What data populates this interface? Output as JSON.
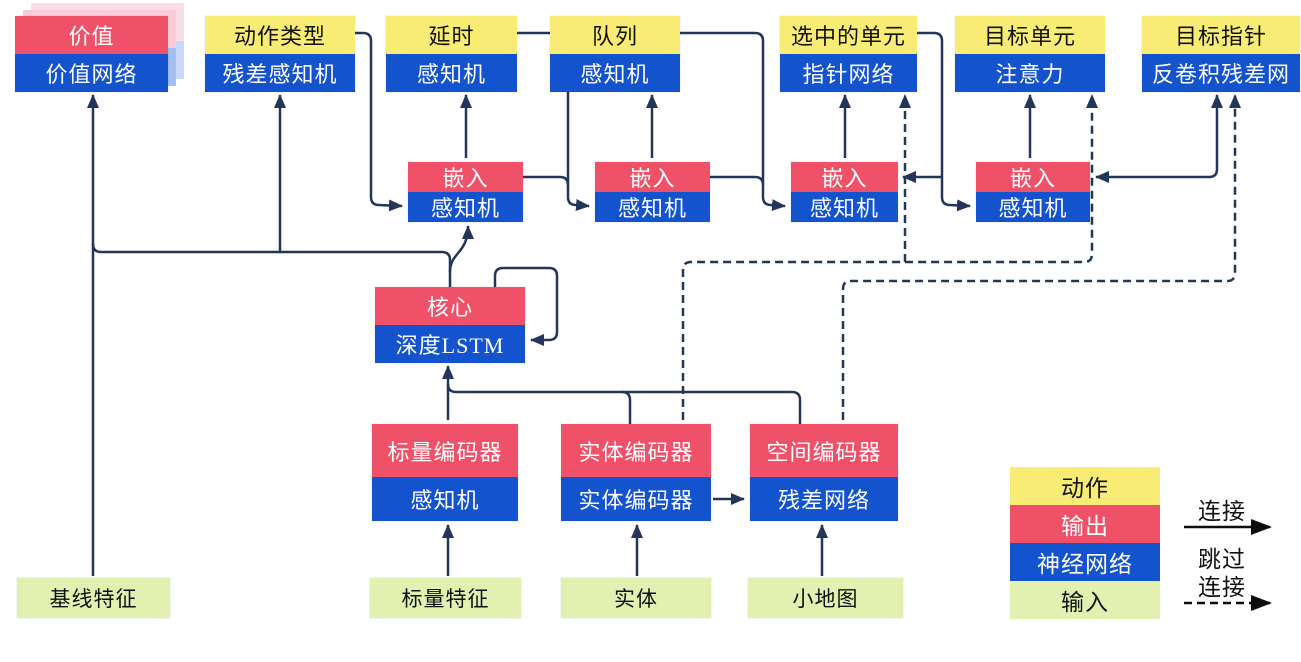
{
  "diagram": {
    "title": "agent-architecture-diagram",
    "top_row": [
      {
        "id": "value",
        "top": "价值",
        "bottom": "价值网络",
        "top_type": "output"
      },
      {
        "id": "action-type",
        "top": "动作类型",
        "bottom": "残差感知机",
        "top_type": "action"
      },
      {
        "id": "delay",
        "top": "延时",
        "bottom": "感知机",
        "top_type": "action"
      },
      {
        "id": "queue",
        "top": "队列",
        "bottom": "感知机",
        "top_type": "action"
      },
      {
        "id": "selected-units",
        "top": "选中的单元",
        "bottom": "指针网络",
        "top_type": "action"
      },
      {
        "id": "target-unit",
        "top": "目标单元",
        "bottom": "注意力",
        "top_type": "action"
      },
      {
        "id": "target-point",
        "top": "目标指针",
        "bottom": "反卷积残差网",
        "top_type": "action"
      }
    ],
    "embed_row": [
      {
        "id": "embed-1",
        "top": "嵌入",
        "bottom": "感知机"
      },
      {
        "id": "embed-2",
        "top": "嵌入",
        "bottom": "感知机"
      },
      {
        "id": "embed-3",
        "top": "嵌入",
        "bottom": "感知机"
      },
      {
        "id": "embed-4",
        "top": "嵌入",
        "bottom": "感知机"
      }
    ],
    "core": {
      "top": "核心",
      "bottom": "深度LSTM"
    },
    "encoders": [
      {
        "id": "scalar-encoder",
        "top": "标量编码器",
        "bottom": "感知机"
      },
      {
        "id": "entity-encoder",
        "top": "实体编码器",
        "bottom": "实体编码器"
      },
      {
        "id": "spatial-encoder",
        "top": "空间编码器",
        "bottom": "残差网络"
      }
    ],
    "inputs": [
      {
        "id": "baseline-features",
        "label": "基线特征"
      },
      {
        "id": "scalar-features",
        "label": "标量特征"
      },
      {
        "id": "entities",
        "label": "实体"
      },
      {
        "id": "minimap",
        "label": "小地图"
      }
    ],
    "legend": {
      "categories": [
        {
          "label": "动作",
          "color": "#F8EC74"
        },
        {
          "label": "输出",
          "color": "#EF5169"
        },
        {
          "label": "神经网络",
          "color": "#1353CE"
        },
        {
          "label": "输入",
          "color": "#E3F1B0"
        }
      ],
      "solid_label": "连接",
      "skip_label_1": "跳过",
      "skip_label_2": "连接"
    }
  },
  "colors": {
    "action_yellow": "#F8EC74",
    "output_red": "#EF5169",
    "nn_blue": "#1353CE",
    "input_green": "#E3F1B0",
    "line_navy": "#233659",
    "shadow_pink_near": "#F9CBD8",
    "shadow_pink_far": "#FBDDE8",
    "shadow_blue_near": "#A3BEF2",
    "shadow_blue_far": "#C9D8F8",
    "legend_arrow_black": "#0D0D0D"
  }
}
